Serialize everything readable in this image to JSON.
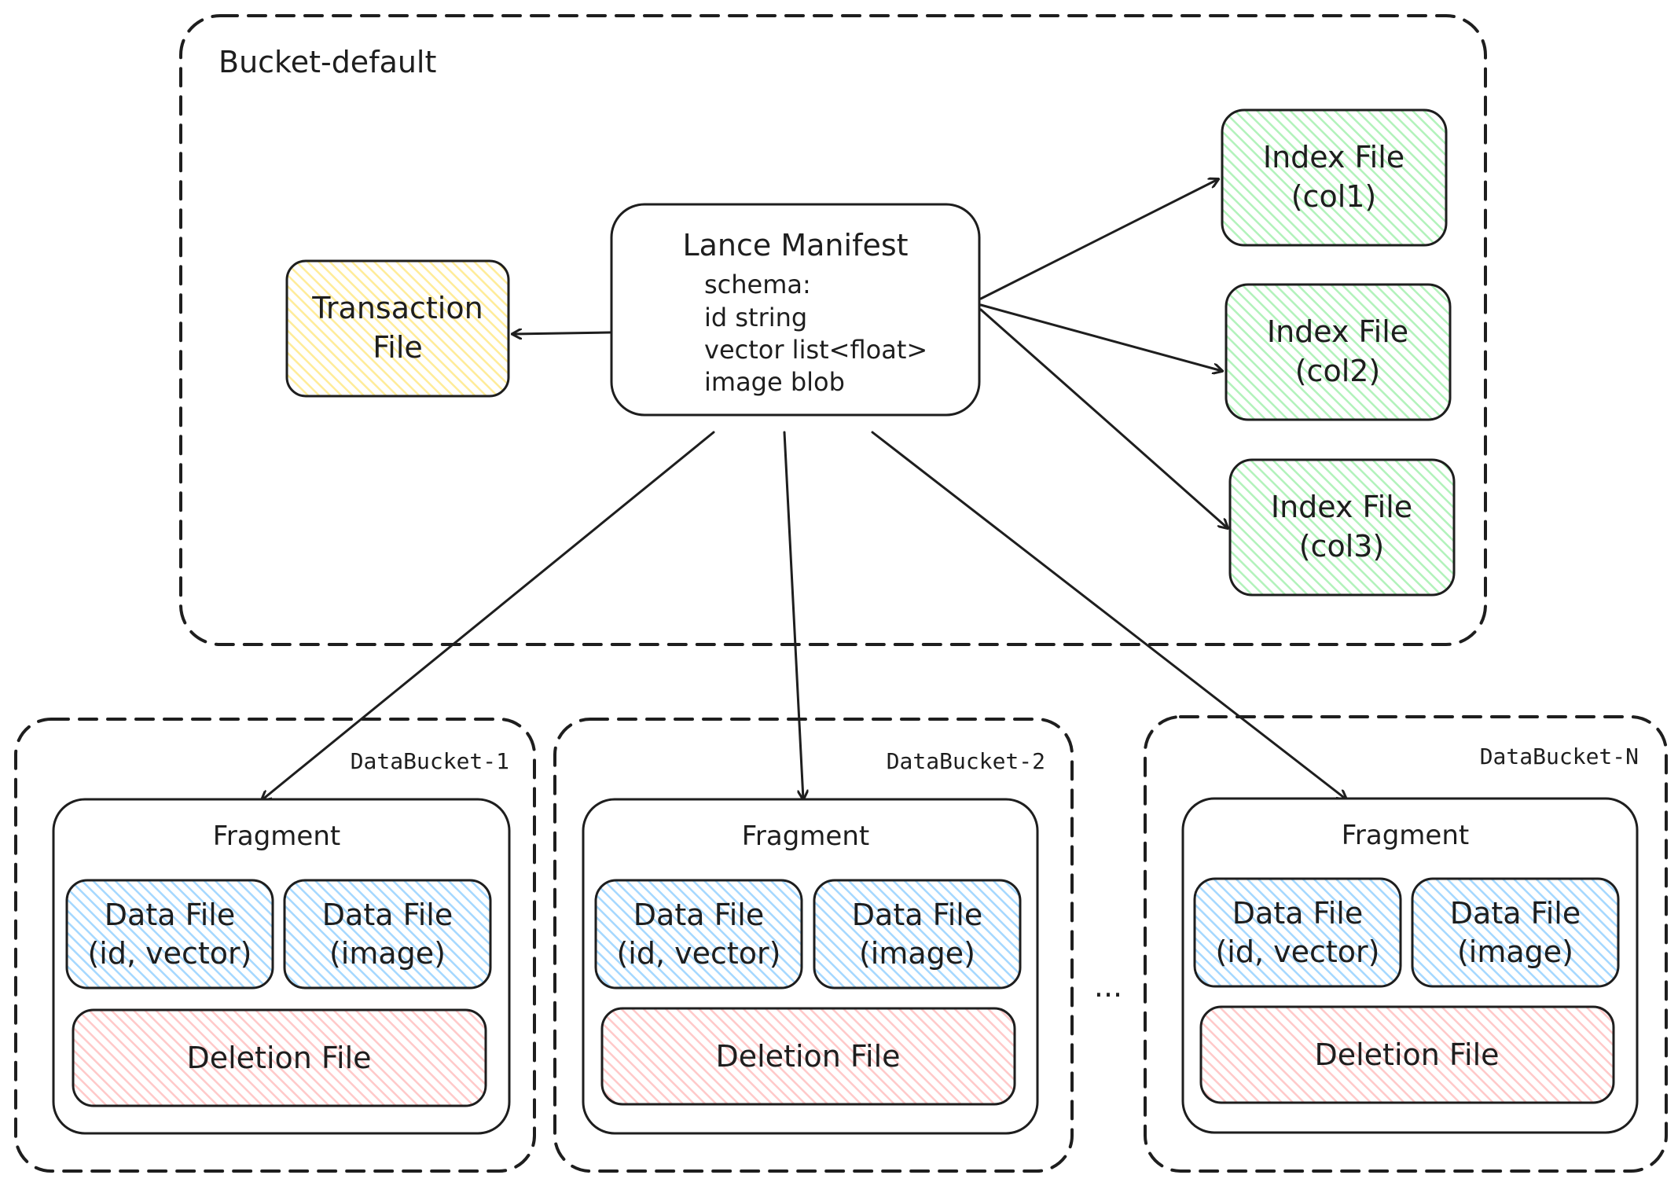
{
  "colors": {
    "index": "#b2f2bb",
    "transaction": "#ffec99",
    "data_file": "#a5d8ff",
    "deletion": "#ffc9c9",
    "stroke": "#1e1e1e"
  },
  "bucket_default": {
    "title": "Bucket-default",
    "manifest": {
      "title": "Lance Manifest",
      "lines": [
        "schema:",
        "id string",
        "vector list<float>",
        "image blob"
      ]
    },
    "transaction": {
      "line1": "Transaction",
      "line2": "File"
    },
    "index_files": [
      {
        "line1": "Index File",
        "line2": "(col1)"
      },
      {
        "line1": "Index File",
        "line2": "(col2)"
      },
      {
        "line1": "Index File",
        "line2": "(col3)"
      }
    ]
  },
  "data_buckets": [
    {
      "label": "DataBucket-1",
      "fragment": "Fragment",
      "data_file_1": {
        "line1": "Data File",
        "line2": "(id, vector)"
      },
      "data_file_2": {
        "line1": "Data File",
        "line2": "(image)"
      },
      "deletion": "Deletion File"
    },
    {
      "label": "DataBucket-2",
      "fragment": "Fragment",
      "data_file_1": {
        "line1": "Data File",
        "line2": "(id, vector)"
      },
      "data_file_2": {
        "line1": "Data File",
        "line2": "(image)"
      },
      "deletion": "Deletion File"
    },
    {
      "label": "DataBucket-N",
      "fragment": "Fragment",
      "data_file_1": {
        "line1": "Data File",
        "line2": "(id, vector)"
      },
      "data_file_2": {
        "line1": "Data File",
        "line2": "(image)"
      },
      "deletion": "Deletion File"
    }
  ],
  "ellipsis": "..."
}
